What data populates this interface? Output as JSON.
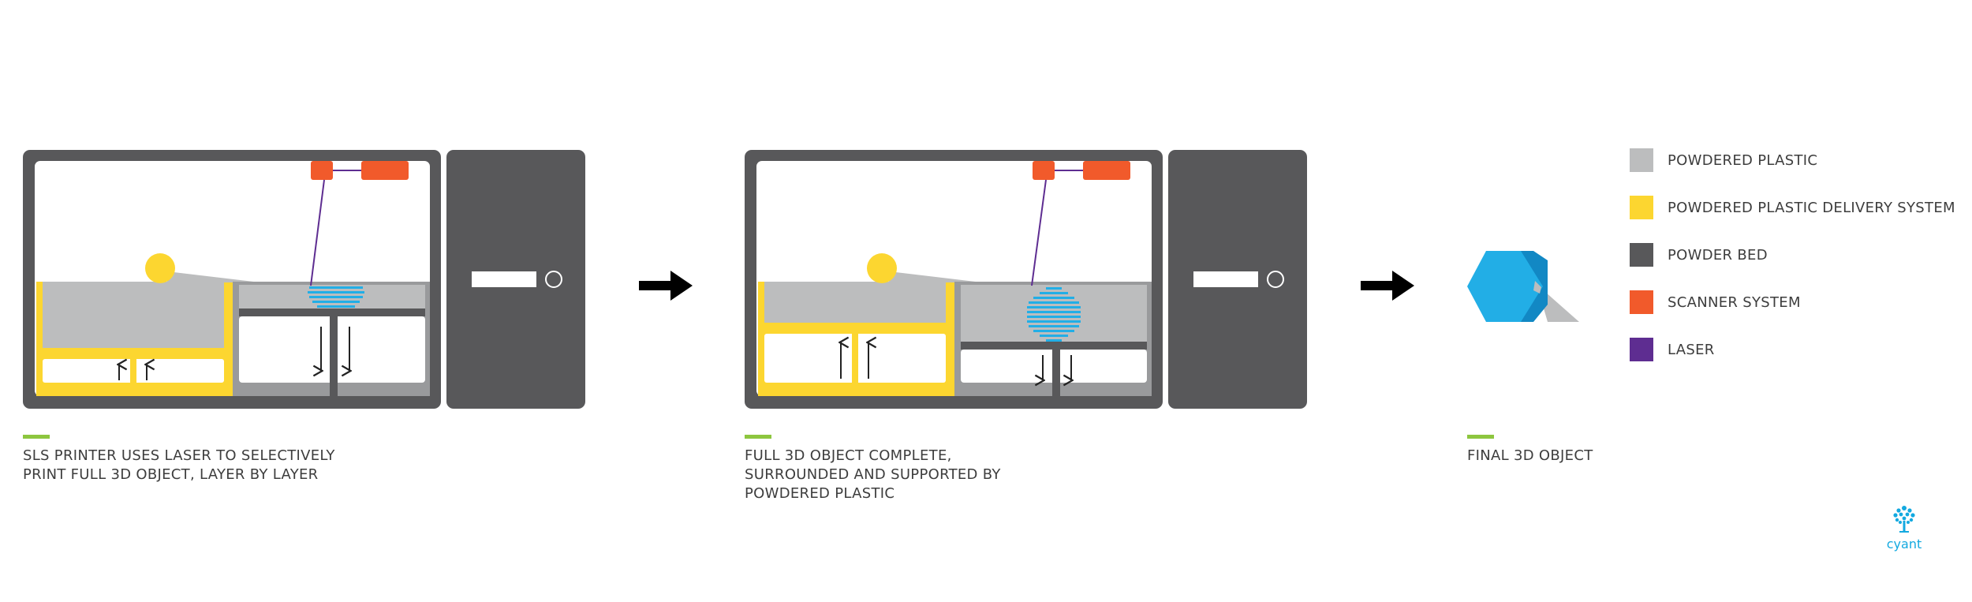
{
  "colors": {
    "powdered_plastic": "#bcbdbe",
    "delivery_system": "#fcd630",
    "powder_bed": "#58585a",
    "scanner_system": "#f15a2b",
    "laser": "#5e2d91",
    "object": "#22aee6",
    "accent": "#8dc63f",
    "logo": "#13a9e0"
  },
  "steps": [
    {
      "caption": "SLS PRINTER USES LASER TO SELECTIVELY\nPRINT FULL 3D OBJECT, LAYER BY LAYER"
    },
    {
      "caption": "FULL 3D OBJECT COMPLETE,\nSURROUNDED AND SUPPORTED BY\nPOWDERED PLASTIC"
    },
    {
      "caption": "FINAL 3D OBJECT"
    }
  ],
  "legend": [
    {
      "label": "POWDERED PLASTIC",
      "color": "#bcbdbe"
    },
    {
      "label": "POWDERED PLASTIC DELIVERY SYSTEM",
      "color": "#fcd630"
    },
    {
      "label": "POWDER BED",
      "color": "#58585a"
    },
    {
      "label": "SCANNER SYSTEM",
      "color": "#f15a2b"
    },
    {
      "label": "LASER",
      "color": "#5e2d91"
    }
  ],
  "logo": {
    "text": "cyant",
    "icon": "tree-icon"
  }
}
